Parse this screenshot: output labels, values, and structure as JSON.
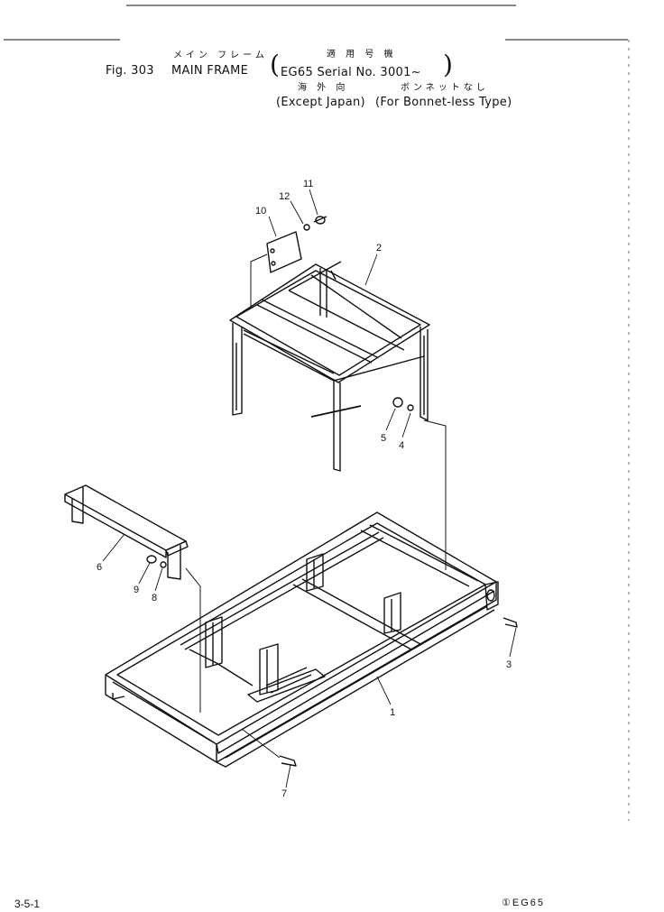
{
  "header": {
    "jp_title": "メイン フレーム",
    "fig_label": "Fig. 303",
    "title": "MAIN FRAME",
    "jp_applicable": "適 用 号 機",
    "serial": "EG65 Serial No. 3001~",
    "jp_overseas": "海 外 向",
    "jp_bonnet": "ボンネットなし",
    "except": "(Except Japan)",
    "bonnet_less": "(For Bonnet-less Type)"
  },
  "callouts": [
    "1",
    "2",
    "3",
    "4",
    "5",
    "6",
    "7",
    "8",
    "9",
    "10",
    "11",
    "12"
  ],
  "footer": {
    "page": "3-5-1",
    "model_mark": "①EG65"
  }
}
